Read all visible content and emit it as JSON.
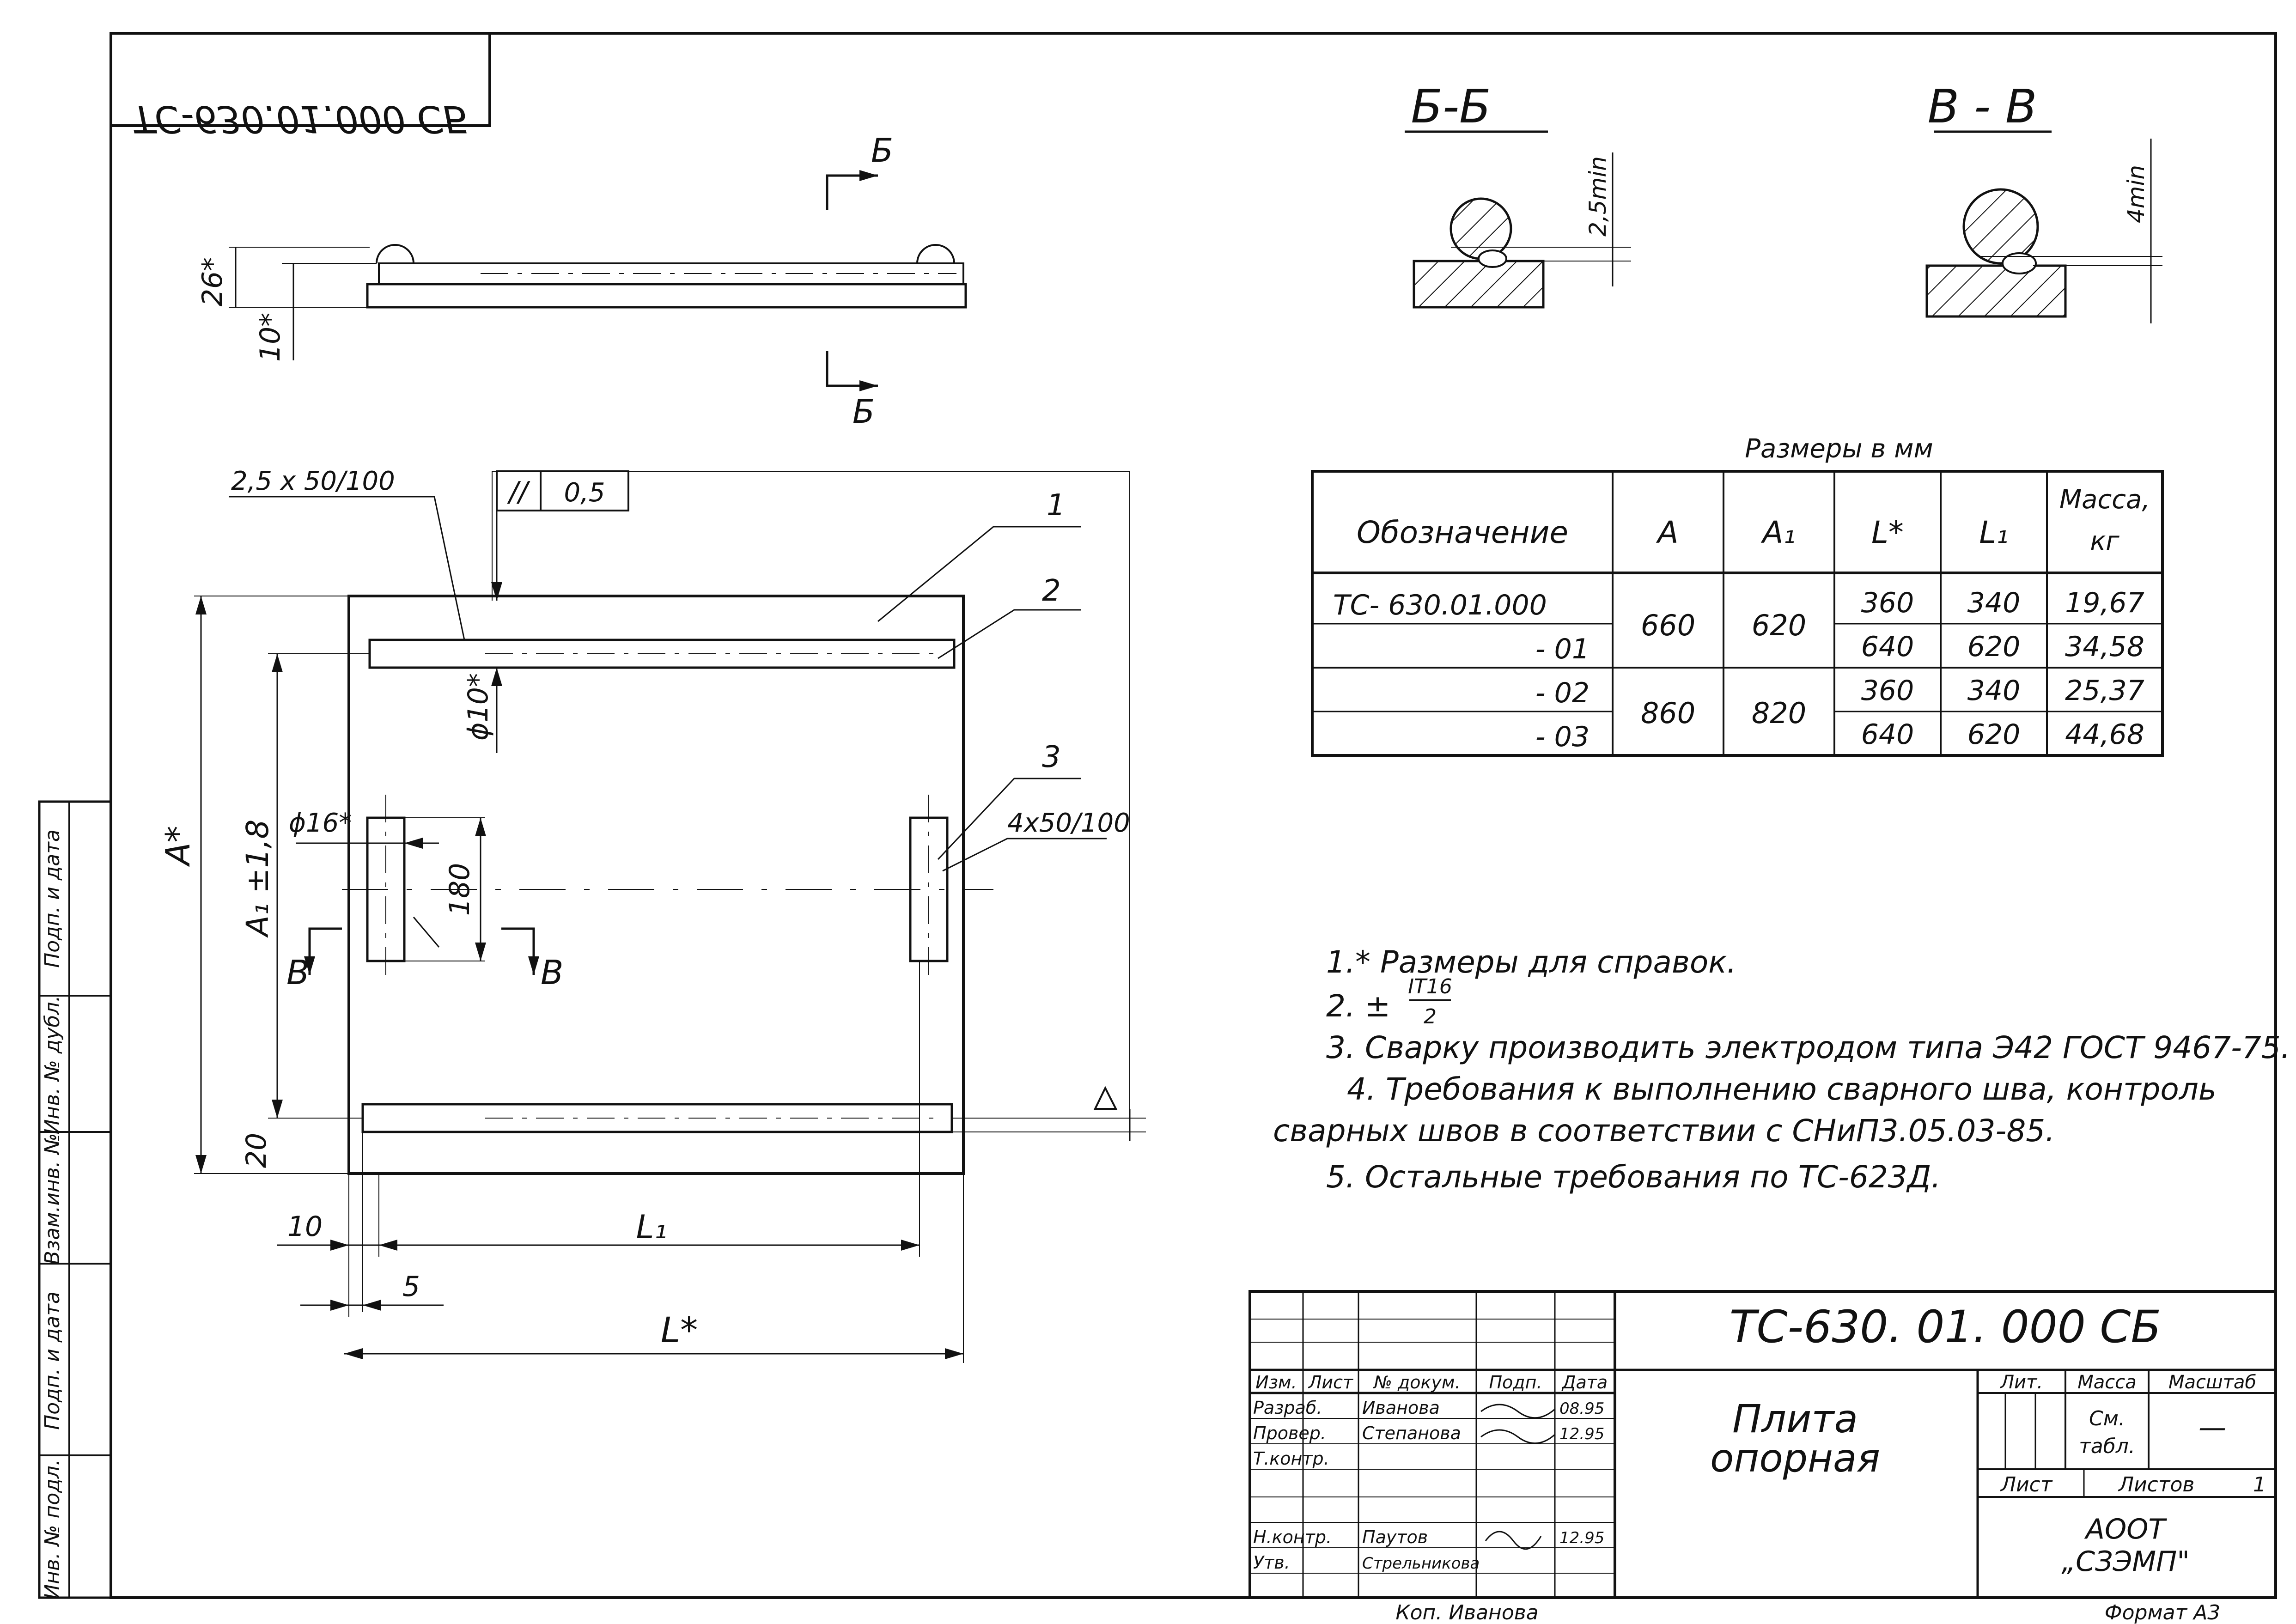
{
  "stamp_mirrored": "ТС-630.01.000 СБ",
  "section_bb": {
    "label": "Б-Б",
    "dim": "2,5min"
  },
  "section_vv": {
    "label": "В - В",
    "dim": "4min"
  },
  "top_view": {
    "dim_26": "26*",
    "dim_10": "10*",
    "section_mark": "Б"
  },
  "plan": {
    "callout_weld_top": "2,5 x 50/100",
    "tolerance_symbol": "//",
    "tolerance_value": "0,5",
    "pos1": "1",
    "pos2": "2",
    "pos3": "3",
    "callout_weld_side": "4x50/100",
    "dim_A": "A*",
    "dim_A1": "A₁ ±1,8",
    "dim_phi10": "ϕ10*",
    "dim_phi16": "ϕ16*",
    "dim_180": "180",
    "dim_20": "20",
    "dim_10": "10",
    "dim_L1": "L₁",
    "dim_5": "5",
    "dim_L": "L*",
    "section_mark": "В"
  },
  "table": {
    "caption": "Размеры в мм",
    "headers": [
      "Обозначение",
      "A",
      "A₁",
      "L*",
      "L₁",
      "Масса, кг"
    ],
    "rows": [
      {
        "designation": "ТС- 630.01.000",
        "A": "660",
        "A1": "620",
        "L": "360",
        "L1": "340",
        "mass": "19,67"
      },
      {
        "designation": "- 01",
        "A": "",
        "A1": "",
        "L": "640",
        "L1": "620",
        "mass": "34,58"
      },
      {
        "designation": "- 02",
        "A": "860",
        "A1": "820",
        "L": "360",
        "L1": "340",
        "mass": "25,37"
      },
      {
        "designation": "- 03",
        "A": "",
        "A1": "",
        "L": "640",
        "L1": "620",
        "mass": "44,68"
      }
    ]
  },
  "notes": [
    "1.* Размеры для справок.",
    "2.  ±",
    "3.  Сварку производить электродом типа Э42 ГОСТ 9467-75.",
    "4.  Требования к выполнению сварного шва, контроль",
    "сварных швов в соответствии с СНиП3.05.03-85.",
    "5.  Остальные требования по ТС-623Д."
  ],
  "note2_fraction": {
    "numerator": "IT16",
    "denominator": "2"
  },
  "title_block": {
    "doc_number": "ТС-630. 01. 000 СБ",
    "name_line1": "Плита",
    "name_line2": "опорная",
    "col_headers": [
      "Изм.",
      "Лист",
      "№ докум.",
      "Подп.",
      "Дата"
    ],
    "roles": [
      "Разраб.",
      "Провер.",
      "Т.контр.",
      "",
      "Н.контр.",
      "Утв."
    ],
    "persons": [
      "Иванова",
      "Степанова",
      "",
      "",
      "Паутов",
      "Стрельникова"
    ],
    "dates": [
      "08.95",
      "12.95",
      "",
      "",
      "12.95",
      ""
    ],
    "lit_label": "Лит.",
    "mass_label": "Масса",
    "scale_label": "Масштаб",
    "mass_value_1": "См.",
    "mass_value_2": "табл.",
    "scale_value": "—",
    "sheet_label": "Лист",
    "sheets_label": "Листов",
    "sheets_value": "1",
    "org_line1": "АООТ",
    "org_line2": "„СЗЭМП\""
  },
  "side_stamp": [
    "Инв. № подл.",
    "Подп. и дата",
    "Взам.инв. №",
    "Инв. № дубл.",
    "Подп. и дата"
  ],
  "footer": {
    "copied": "Коп. Иванова",
    "format": "Формат  А3"
  }
}
